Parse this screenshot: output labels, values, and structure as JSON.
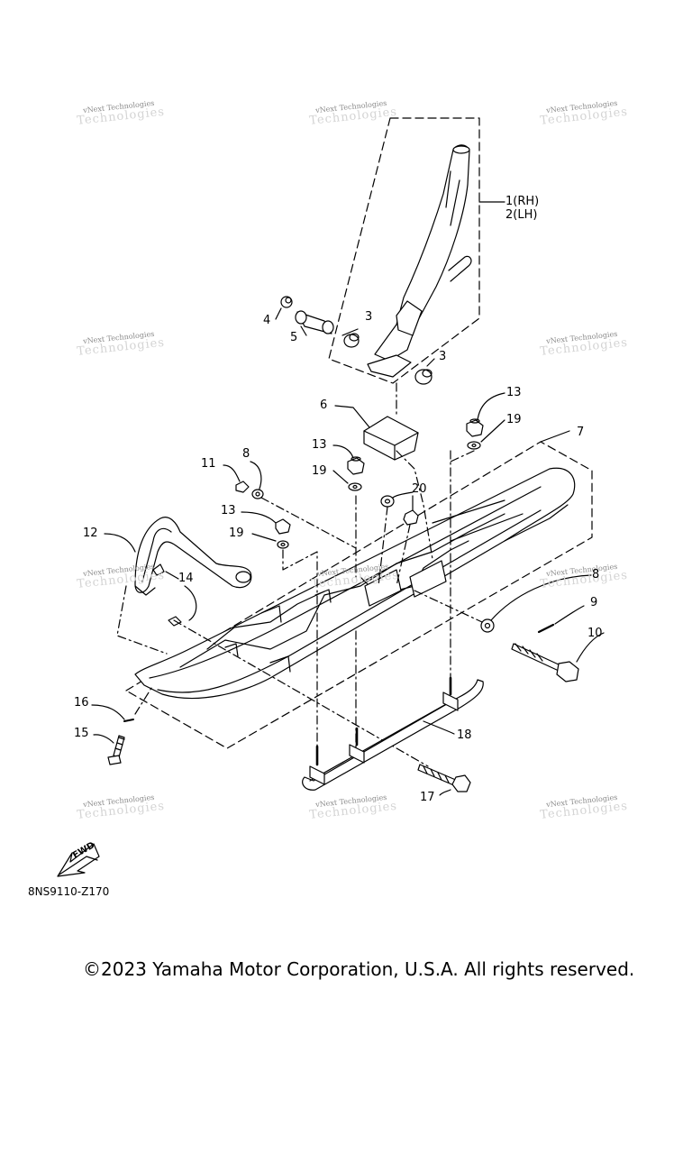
{
  "watermark": {
    "text": "vNext Technologies",
    "ghost": "Technologies"
  },
  "labels": {
    "p1": "1(RH)",
    "p2": "2(LH)",
    "p3a": "3",
    "p3b": "3",
    "p4": "4",
    "p5": "5",
    "p6": "6",
    "p7": "7",
    "p8a": "8",
    "p8b": "8",
    "p9": "9",
    "p10": "10",
    "p11": "11",
    "p12": "12",
    "p13a": "13",
    "p13b": "13",
    "p13c": "13",
    "p14": "14",
    "p15": "15",
    "p16": "16",
    "p17": "17",
    "p18": "18",
    "p19a": "19",
    "p19b": "19",
    "p19c": "19",
    "p20": "20"
  },
  "fwd_label": "FWD",
  "diagram_code": "8NS9110-Z170",
  "copyright": "©2023 Yamaha Motor Corporation, U.S.A. All rights reserved."
}
